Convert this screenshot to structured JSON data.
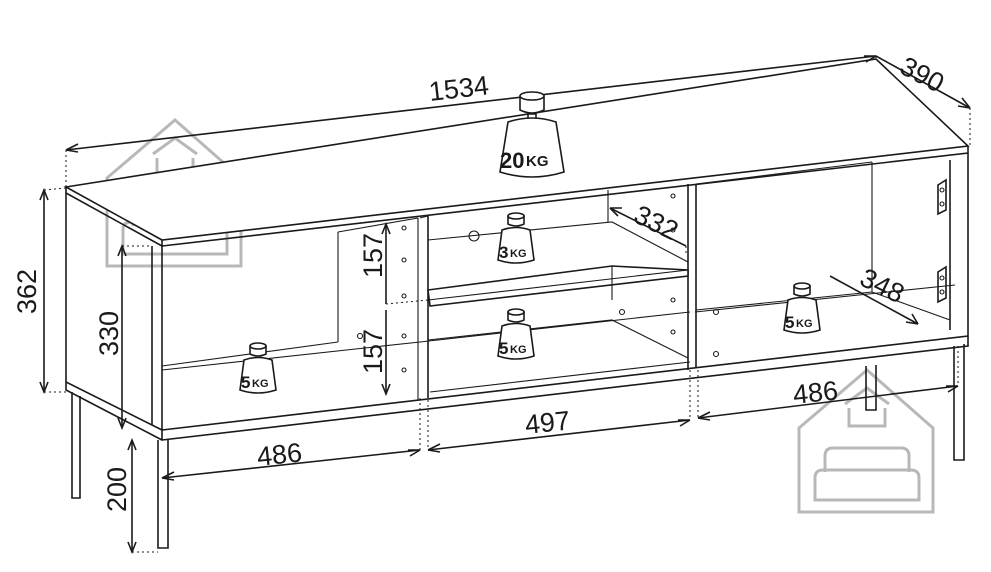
{
  "dimensions": {
    "total_width": "1534",
    "depth": "390",
    "total_height": "362",
    "body_height": "330",
    "leg_height": "200",
    "shelf_gap_top": "157",
    "shelf_gap_bottom": "157",
    "middle_depth": "332",
    "right_depth": "348",
    "left_width": "486",
    "middle_width": "497",
    "right_width": "486"
  },
  "weights": {
    "top": {
      "value": "20",
      "unit": "KG"
    },
    "middle_upper": {
      "value": "3",
      "unit": "KG"
    },
    "middle_lower": {
      "value": "5",
      "unit": "KG"
    },
    "left": {
      "value": "5",
      "unit": "KG"
    },
    "right": {
      "value": "5",
      "unit": "KG"
    }
  },
  "icons": [
    "watermark-house-sofa-icon",
    "weight-icon",
    "hinge-icon"
  ],
  "colors": {
    "line": "#1a1a1a",
    "watermark": "#b8b8b8",
    "background": "#ffffff"
  }
}
